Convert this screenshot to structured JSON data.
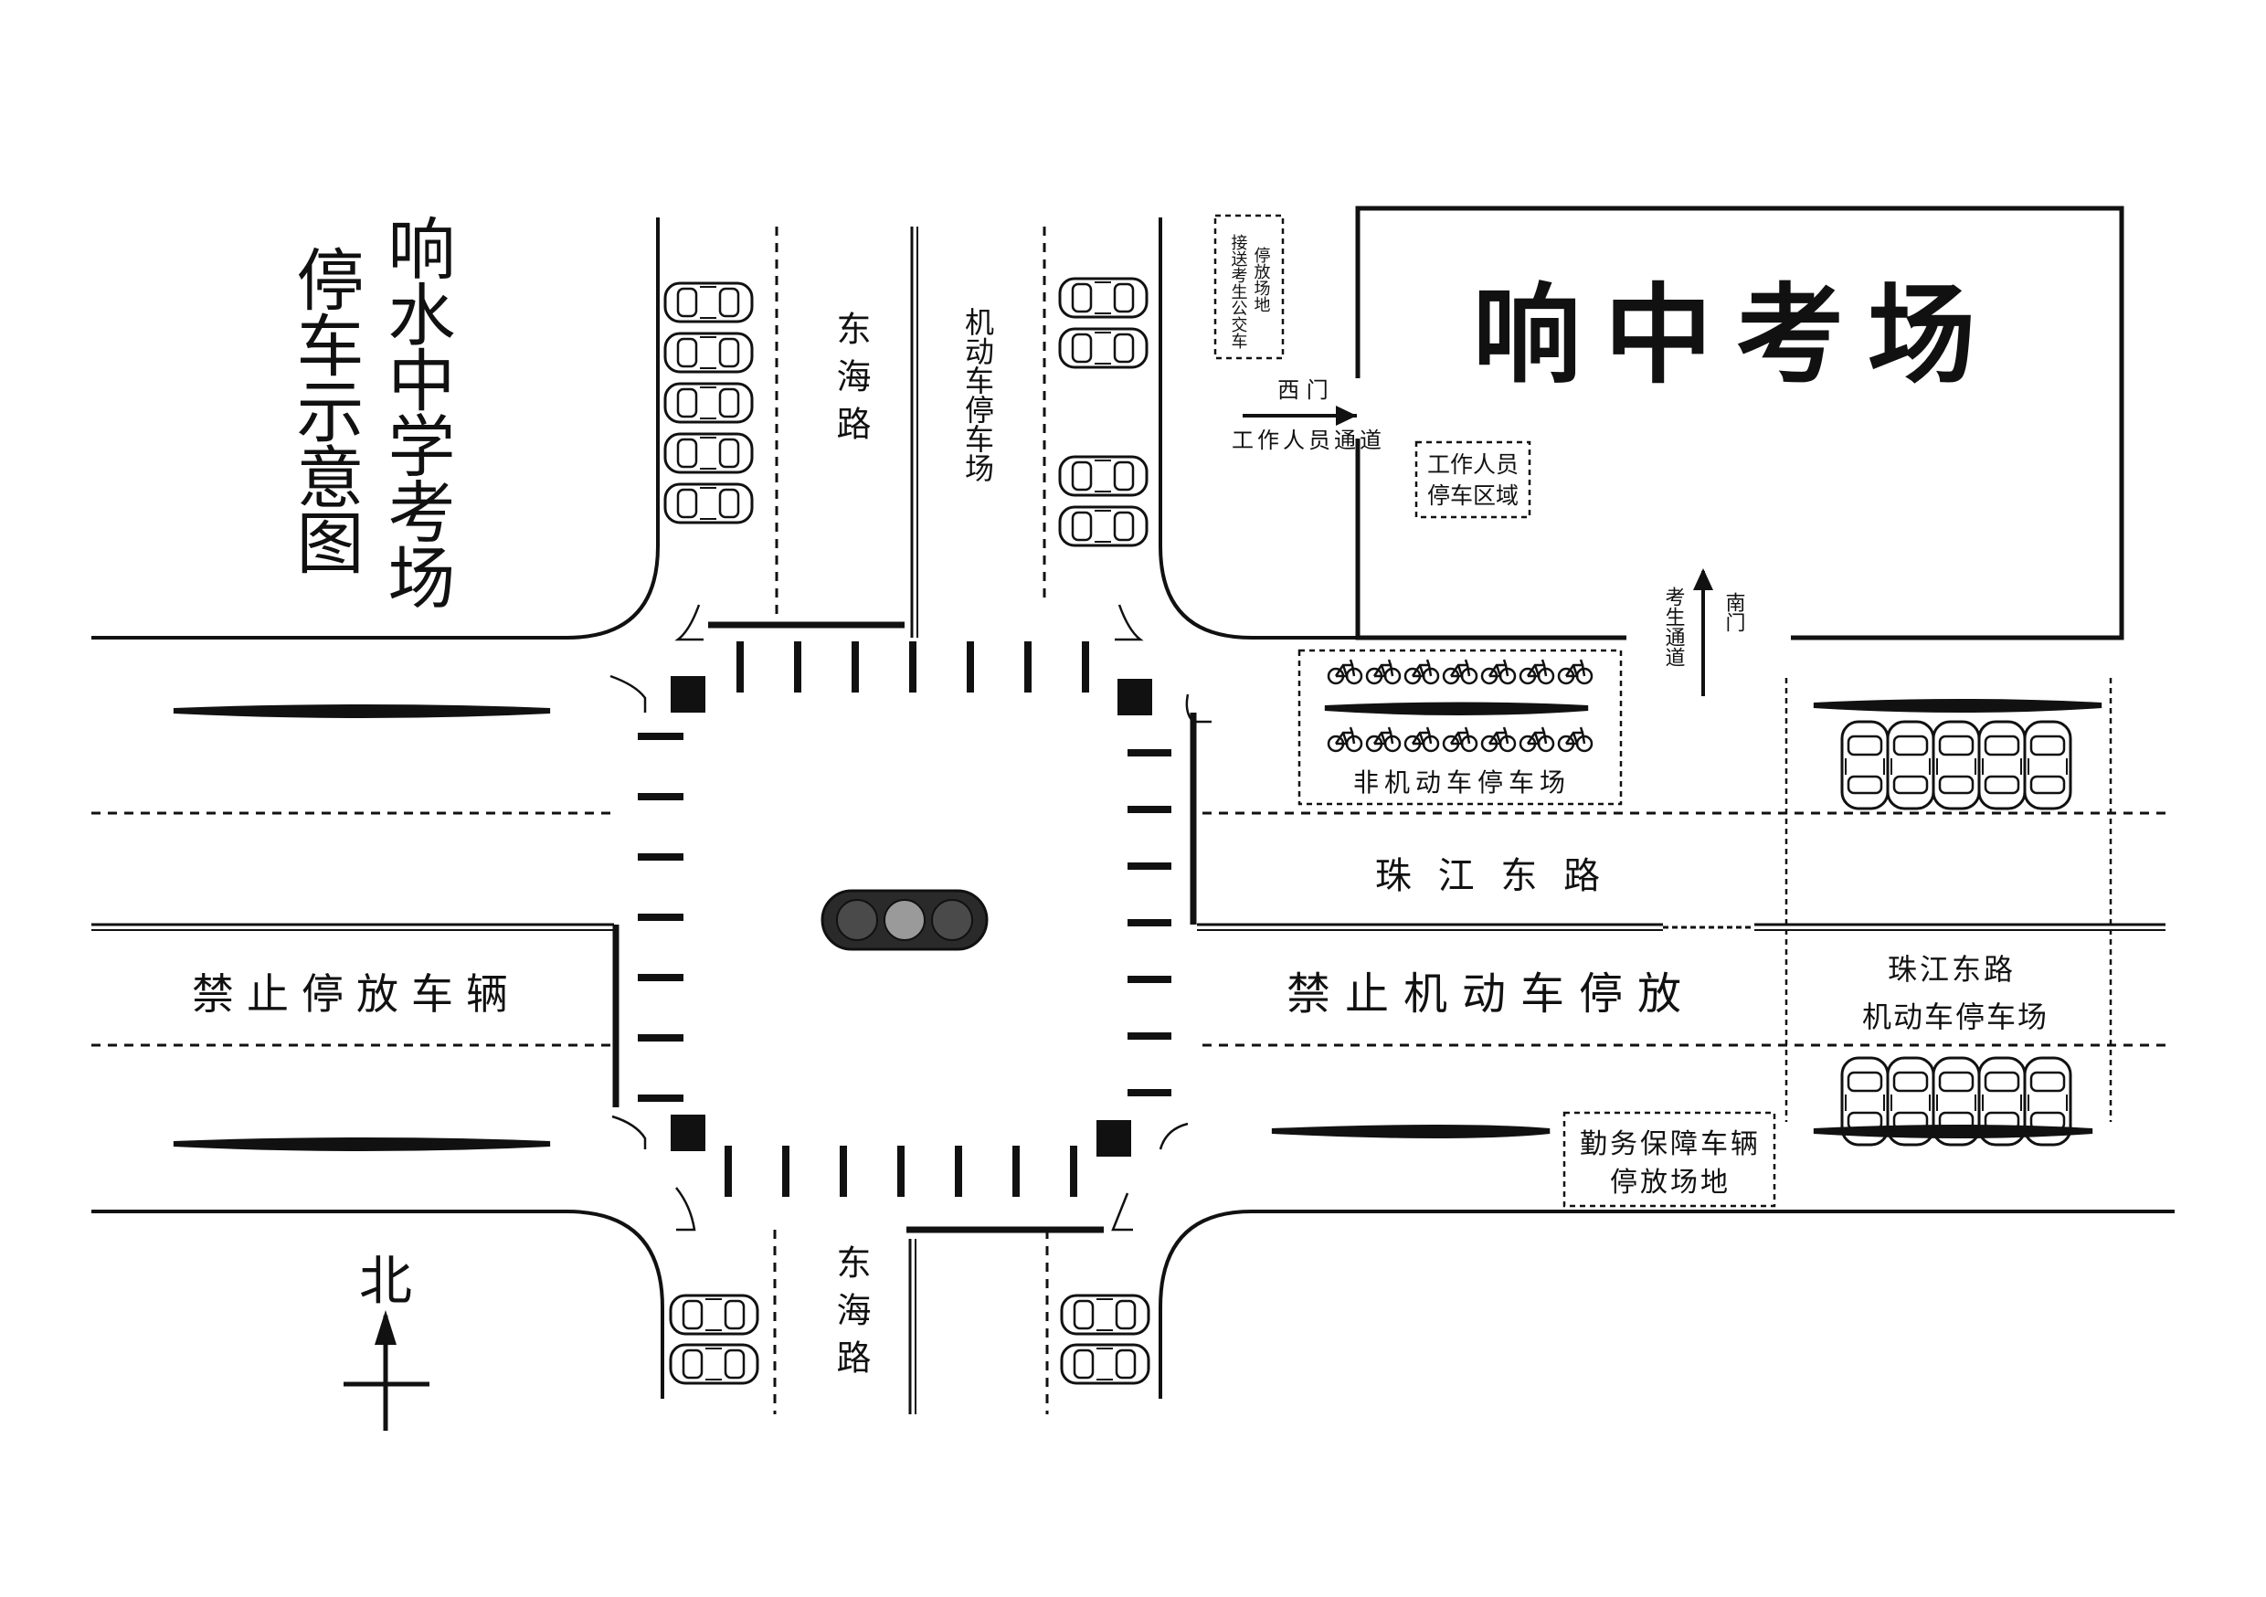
{
  "title": {
    "line1": "响水中学考场",
    "line2": "停车示意图"
  },
  "venue": {
    "name": "响中考场",
    "west_gate": "西 门",
    "staff_passage": "工作人员通道",
    "south_gate": "南门",
    "examinee_passage": "考生通道",
    "staff_parking": [
      "工作人员",
      "停车区域"
    ],
    "bus_dropoff": [
      "接送考生公交车",
      "停放场地"
    ]
  },
  "roads": {
    "donghai_north": "东海路",
    "donghai_south": "东海路",
    "zhujiang_east": "珠 江 东 路"
  },
  "zones": {
    "motor_parking_donghai": "机动车停车场",
    "non_motor_parking": "非机动车停车场",
    "no_parking_west": "禁止停放车辆",
    "no_motor_parking_east": "禁止机动车停放",
    "zhujiang_parking": [
      "珠江东路",
      "机动车停车场"
    ],
    "service_vehicle_parking": [
      "勤务保障车辆",
      "停放场地"
    ]
  },
  "compass": {
    "north": "北"
  },
  "colors": {
    "ink": "#111111",
    "background": "#ffffff",
    "light_off": "#4a4a4a",
    "light_on": "#9a9a9a"
  },
  "icons": [
    "car-icon",
    "bicycle-icon",
    "traffic-light-icon",
    "north-arrow-icon"
  ]
}
